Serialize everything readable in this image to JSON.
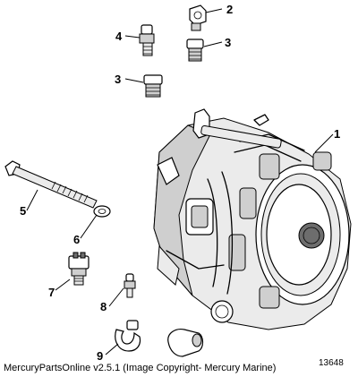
{
  "callouts": {
    "c1": "1",
    "c2": "2",
    "c3a": "3",
    "c3b": "3",
    "c4": "4",
    "c5": "5",
    "c6": "6",
    "c7": "7",
    "c8": "8",
    "c9": "9"
  },
  "caption": "MercuryPartsOnline v2.5.1 (Image Copyright- Mercury Marine)",
  "figure_number": "13648"
}
